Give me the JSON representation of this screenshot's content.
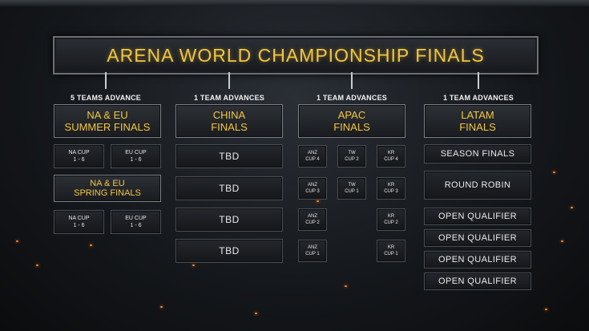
{
  "title": "ARENA WORLD CHAMPIONSHIP FINALS",
  "columns": [
    {
      "advance": "5 TEAMS ADVANCE",
      "header": "NA & EU\nSUMMER FINALS",
      "summer_cups": [
        "NA CUP\n1 - 6",
        "EU CUP\n1 - 6"
      ],
      "spring_header": "NA & EU\nSPRING FINALS",
      "spring_cups": [
        "NA CUP\n1 - 6",
        "EU CUP\n1 - 6"
      ]
    },
    {
      "advance": "1 TEAM ADVANCES",
      "header": "CHINA\nFINALS",
      "slots": [
        "TBD",
        "TBD",
        "TBD",
        "TBD"
      ]
    },
    {
      "advance": "1 TEAM ADVANCES",
      "header": "APAC\nFINALS",
      "anz": [
        "ANZ\nCUP 4",
        "ANZ\nCUP 3",
        "ANZ\nCUP 2",
        "ANZ\nCUP 1"
      ],
      "tw": [
        "TW\nCUP 2",
        "TW\nCUP 1"
      ],
      "kr": [
        "KR\nCUP 4",
        "KR\nCUP 3",
        "KR\nCUP 2",
        "KR\nCUP 1"
      ]
    },
    {
      "advance": "1 TEAM ADVANCES",
      "header": "LATAM\nFINALS",
      "events": [
        "SEASON FINALS",
        "ROUND ROBIN",
        "OPEN QUALIFIER",
        "OPEN QUALIFIER",
        "OPEN QUALIFIER",
        "OPEN QUALIFIER"
      ]
    }
  ]
}
